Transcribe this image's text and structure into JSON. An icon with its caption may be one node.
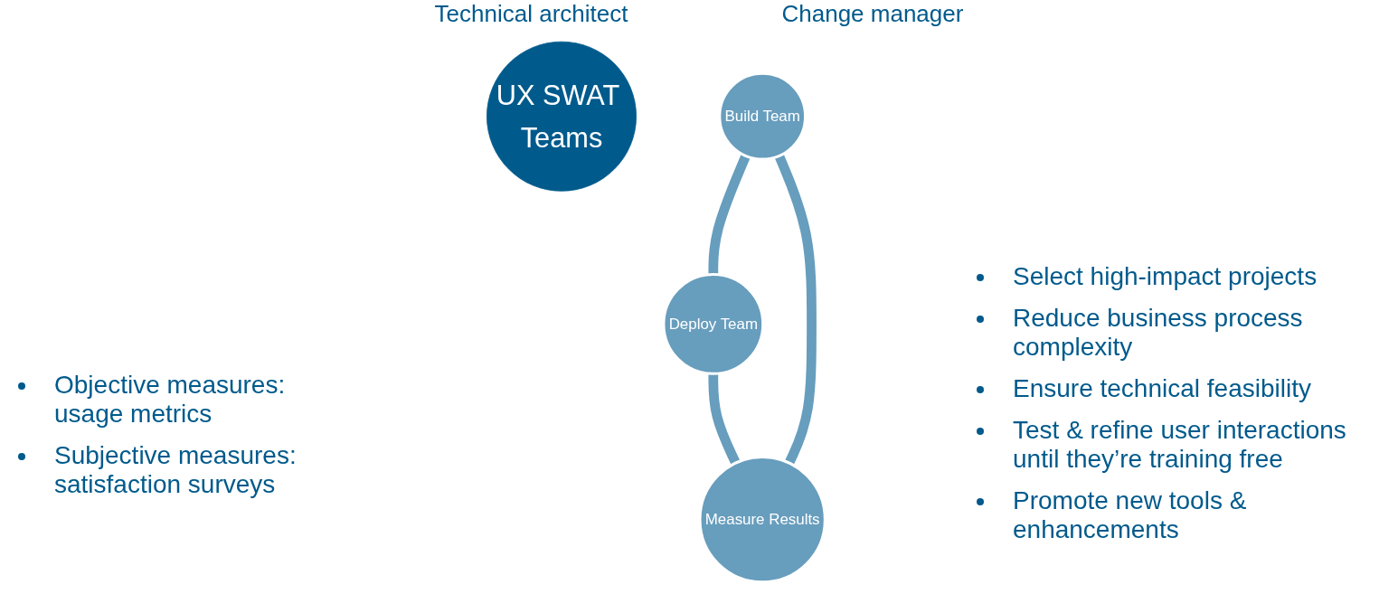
{
  "diagram": {
    "nodes": [
      {
        "text": [
          "UX SWAT Teams"
        ]
      },
      {
        "text": [
          "Build Team"
        ]
      },
      {
        "text": [
          "Deploy Team"
        ]
      },
      {
        "text": [
          "Measure Results"
        ]
      }
    ],
    "edges": [
      {
        "from": 1,
        "to": 2,
        "arrow": "none"
      },
      {
        "from": 2,
        "to": 3,
        "arrow": "none"
      },
      {
        "from": 3,
        "to": 1,
        "arrow": "none"
      }
    ],
    "labels": [
      "Technical architect",
      "Change manager",
      "Select high-impact projects",
      "Reduce business process complexity",
      "Ensure technical feasibility",
      "Test & refine user interactions until they’re training free",
      "Promote new tools & enhancements",
      "Objective measures: usage metrics",
      "Subjective measures: satisfaction surveys"
    ]
  }
}
